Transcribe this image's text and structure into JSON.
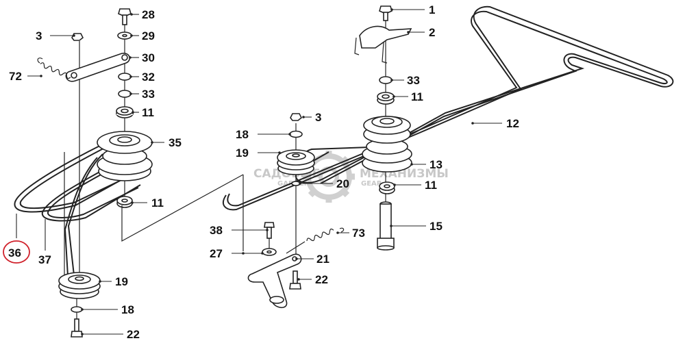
{
  "watermark": {
    "left": "САДОВЫЕ",
    "left_sub": "GARDEN",
    "right": "МЕХАНИЗМЫ",
    "right_sub": "GEAR"
  },
  "callouts": {
    "c28": "28",
    "c29": "29",
    "c30": "30",
    "c32": "32",
    "c33a": "33",
    "c11a": "11",
    "c35": "35",
    "c11b": "11",
    "c3a": "3",
    "c72": "72",
    "c36": "36",
    "c37": "37",
    "c19a": "19",
    "c18a": "18",
    "c22a": "22",
    "c1": "1",
    "c2": "2",
    "c33b": "33",
    "c11c": "11",
    "c12": "12",
    "c3b": "3",
    "c18b": "18",
    "c19b": "19",
    "c13": "13",
    "c20": "20",
    "c11d": "11",
    "c15": "15",
    "c38": "38",
    "c73": "73",
    "c27": "27",
    "c21": "21",
    "c22b": "22"
  },
  "highlight": {
    "callout": "36",
    "color": "#d0202a"
  }
}
